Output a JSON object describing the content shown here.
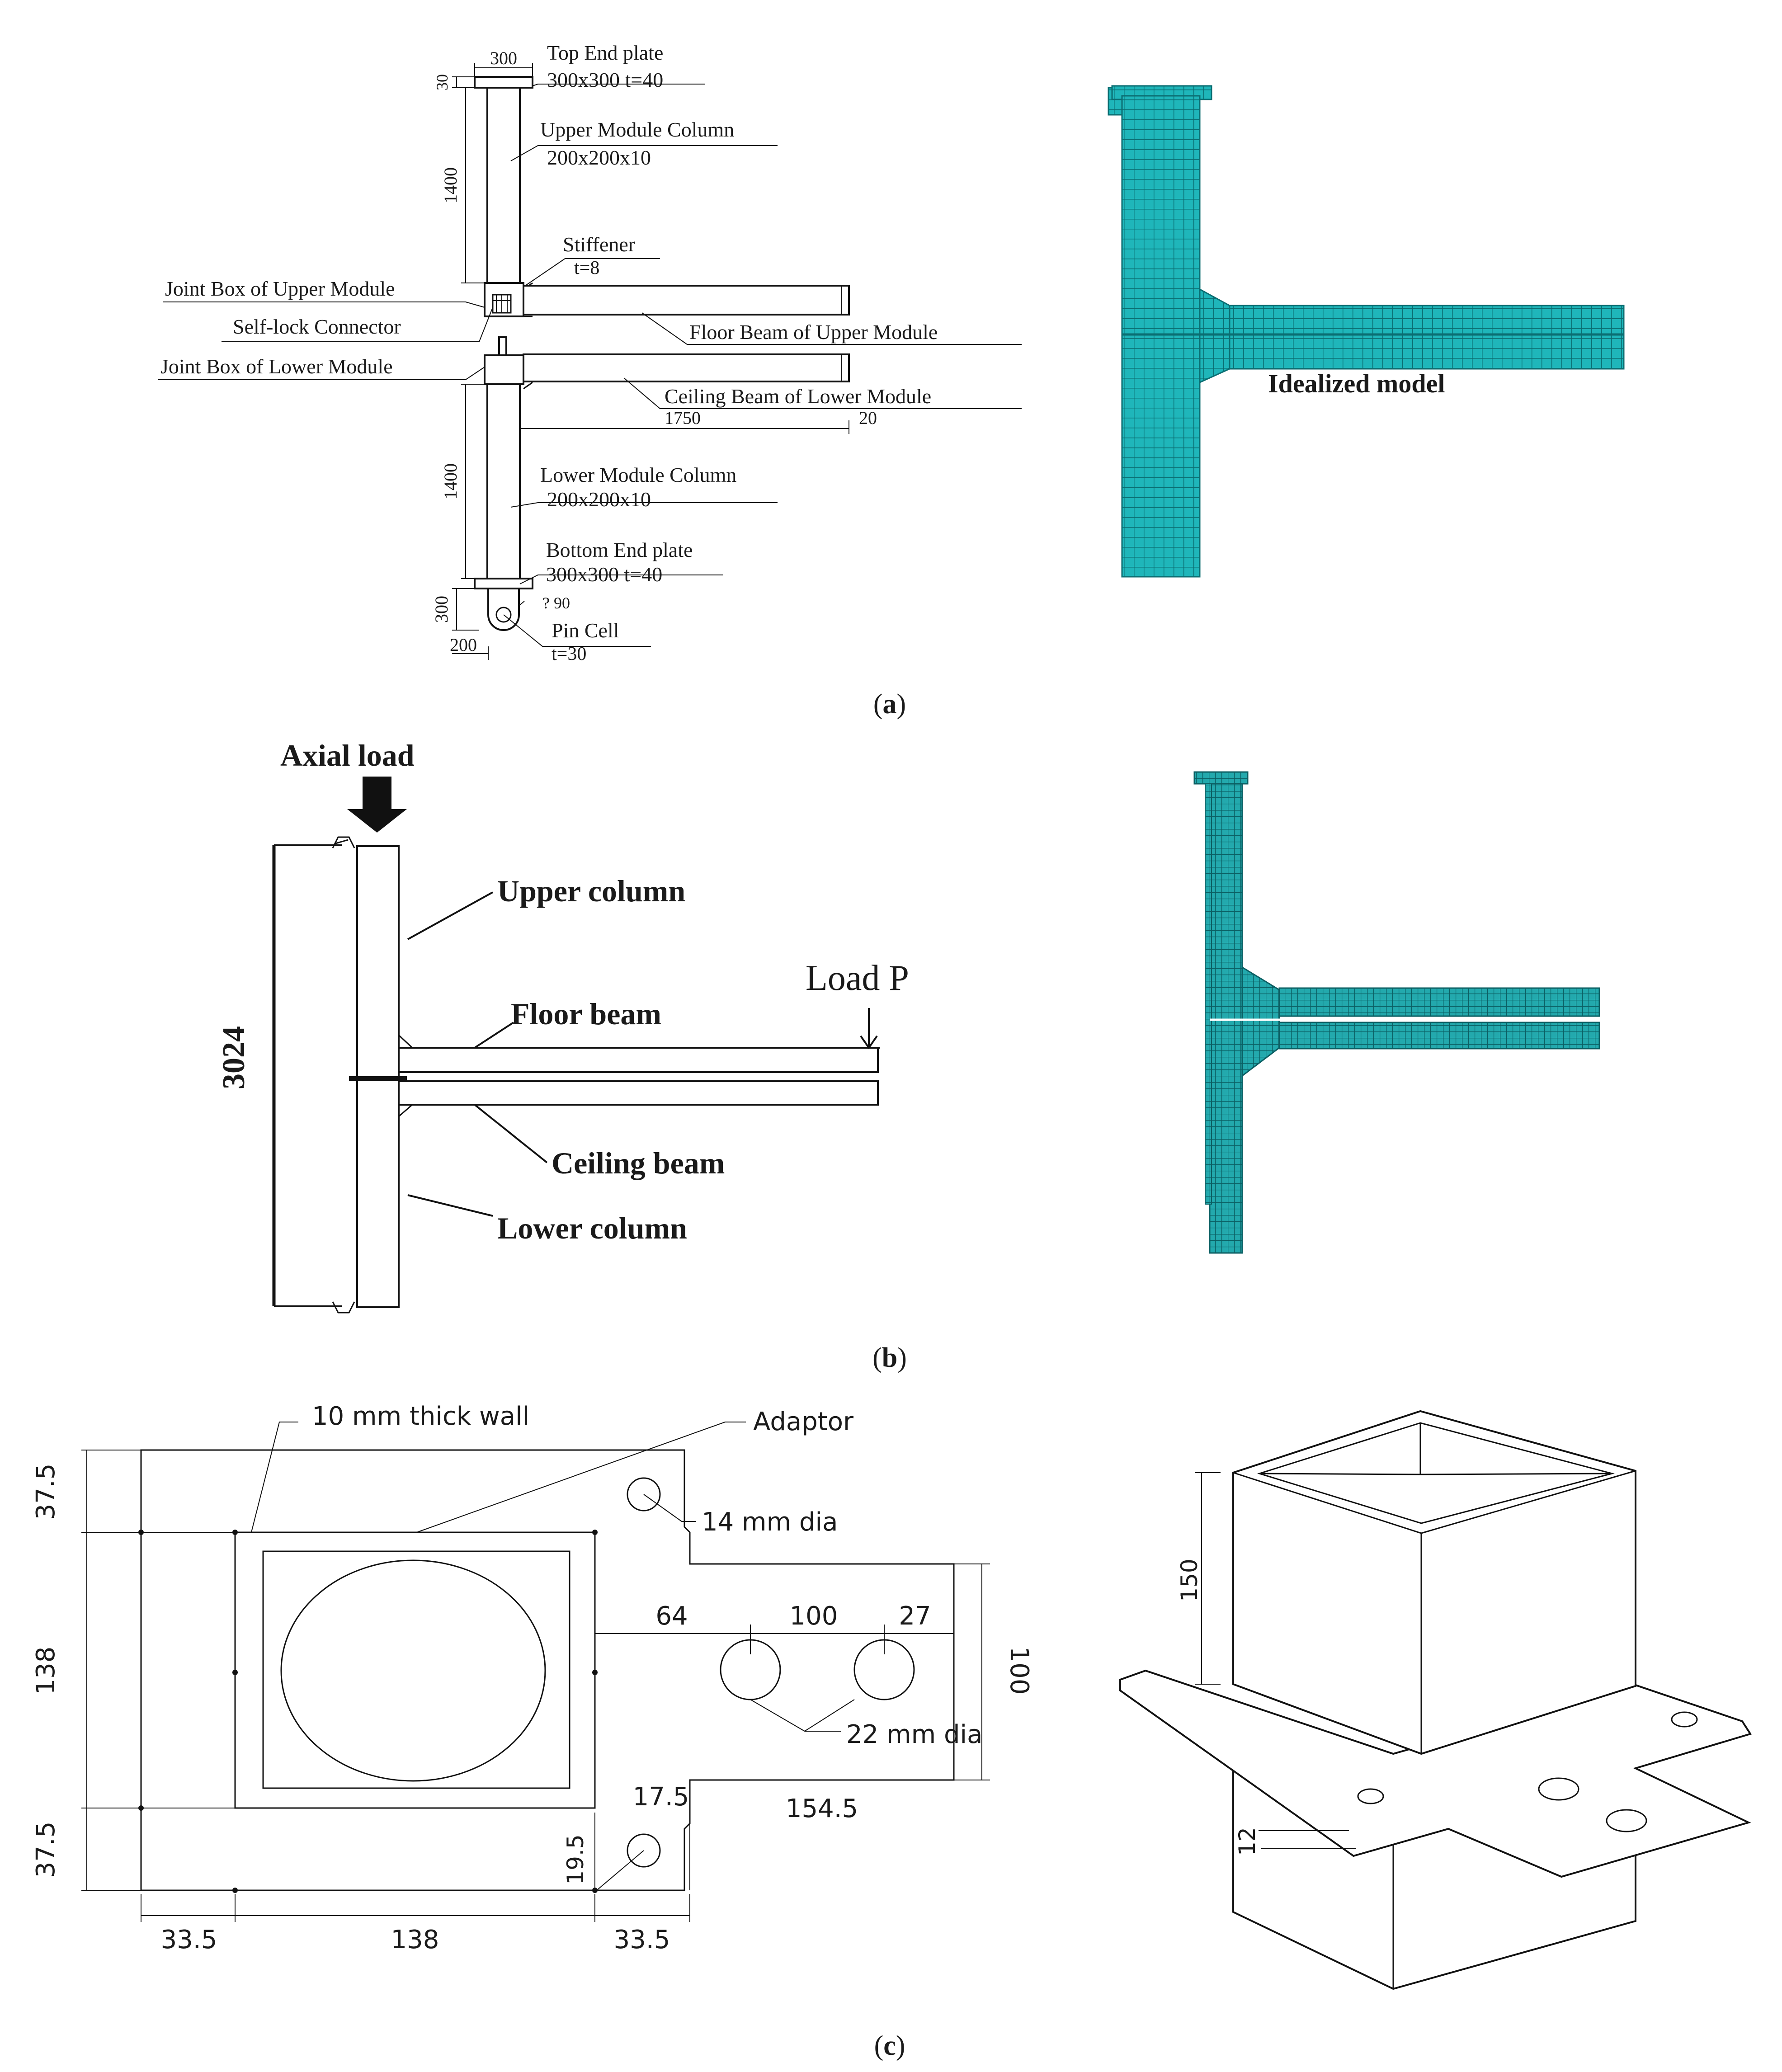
{
  "colors": {
    "mesh": "#1fb6ba",
    "mesh_dark": "#0b6e72",
    "ink": "#111111"
  },
  "panel_a": {
    "dims": {
      "top_offset": "30",
      "plate_width": "300",
      "upper_height": "1400",
      "lower_height": "1400",
      "pin_height": "300",
      "pin_width": "200",
      "beam_length": "1750",
      "beam_thk": "20",
      "pin_hole": "? 90"
    },
    "labels": {
      "top_end_plate": "Top End plate",
      "top_end_plate_size": "300x300 t=40",
      "upper_module_column": "Upper Module Column",
      "upper_module_column_size": "200x200x10",
      "stiffener": "Stiffener",
      "stiffener_t": "t=8",
      "joint_box_upper": "Joint Box of Upper Module",
      "self_lock_connector": "Self-lock Connector",
      "floor_beam_upper": "Floor Beam of Upper Module",
      "joint_box_lower": "Joint Box of Lower Module",
      "ceiling_beam_lower": "Ceiling Beam of Lower Module",
      "lower_module_column": "Lower Module Column",
      "lower_module_column_size": "200x200x10",
      "bottom_end_plate": "Bottom End plate",
      "bottom_end_plate_size": "300x300 t=40",
      "pin_cell": "Pin Cell",
      "pin_cell_t": "t=30"
    },
    "model_label": "Idealized model",
    "caption": {
      "open": "(",
      "letter": "a",
      "close": ")"
    }
  },
  "panel_b": {
    "axial_load": "Axial load",
    "upper_column": "Upper column",
    "load_p": "Load P",
    "floor_beam": "Floor beam",
    "ceiling_beam": "Ceiling beam",
    "lower_column": "Lower column",
    "height": "3024",
    "caption": {
      "open": "(",
      "letter": "b",
      "close": ")"
    }
  },
  "panel_c": {
    "wall_label": "10 mm thick wall",
    "adaptor_label": "Adaptor",
    "hole14": "14 mm dia",
    "hole22": "22 mm dia",
    "dims": {
      "left_top": "37.5",
      "left_mid": "138",
      "left_bot": "37.5",
      "d64": "64",
      "d100": "100",
      "d27": "27",
      "right_100": "100",
      "d17_5": "17.5",
      "d154_5": "154.5",
      "d19_5": "19.5",
      "bot_left": "33.5",
      "bot_mid": "138",
      "bot_right": "33.5",
      "iso_150": "150",
      "iso_12": "12"
    },
    "caption": {
      "open": "(",
      "letter": "c",
      "close": ")"
    }
  }
}
